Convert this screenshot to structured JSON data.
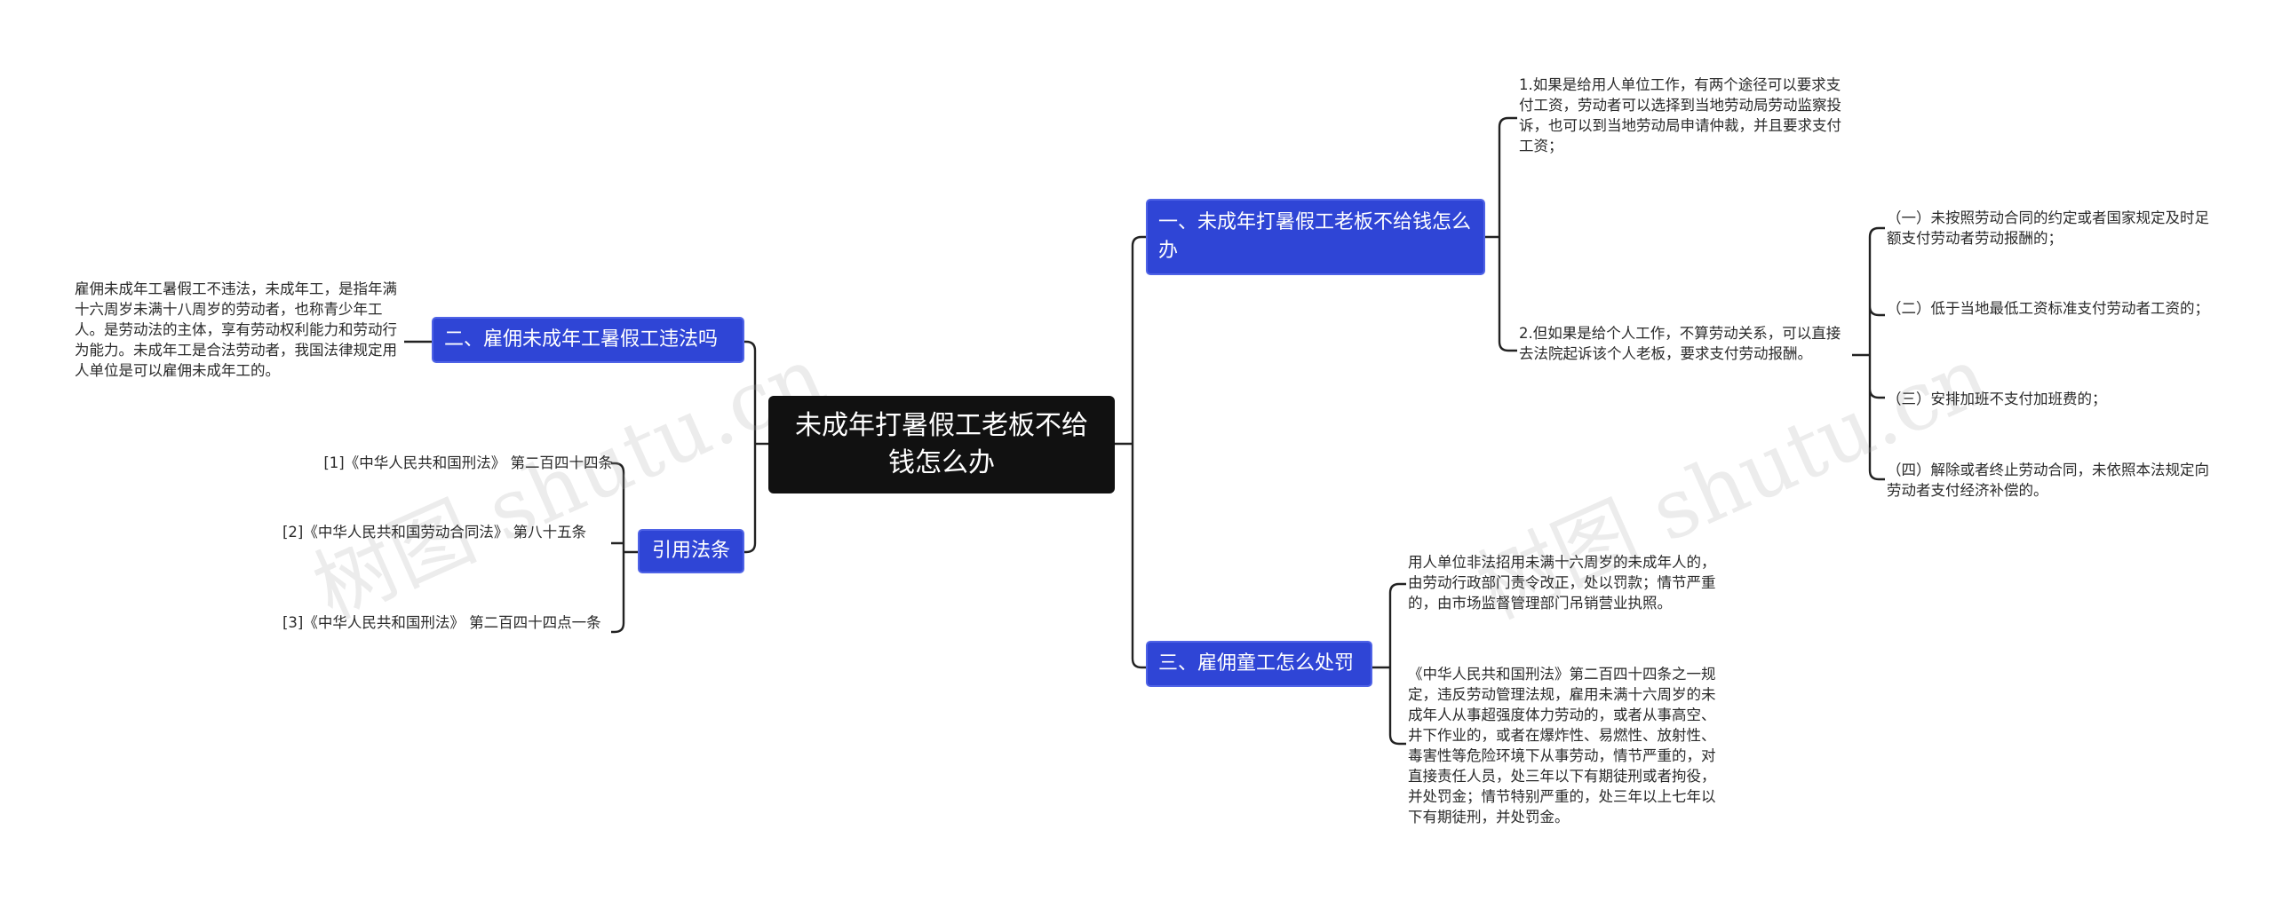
{
  "root": {
    "label": "未成年打暑假工老板不给钱怎么办"
  },
  "branches": {
    "b1": {
      "label": "一、未成年打暑假工老板不给钱怎么办",
      "children": [
        "1.如果是给用人单位工作，有两个途径可以要求支付工资，劳动者可以选择到当地劳动局劳动监察投诉，也可以到当地劳动局申请仲裁，并且要求支付工资；",
        "2.但如果是给个人工作，不算劳动关系，可以直接去法院起诉该个人老板，要求支付劳动报酬。"
      ],
      "grandchildren": [
        "（一）未按照劳动合同的约定或者国家规定及时足额支付劳动者劳动报酬的；",
        "（二）低于当地最低工资标准支付劳动者工资的；",
        "（三）安排加班不支付加班费的；",
        "（四）解除或者终止劳动合同，未依照本法规定向劳动者支付经济补偿的。"
      ]
    },
    "b2": {
      "label": "二、雇佣未成年工暑假工违法吗",
      "children": [
        "雇佣未成年工暑假工不违法，未成年工，是指年满十六周岁未满十八周岁的劳动者，也称青少年工人。是劳动法的主体，享有劳动权利能力和劳动行为能力。未成年工是合法劳动者，我国法律规定用人单位是可以雇佣未成年工的。"
      ]
    },
    "b3": {
      "label": "三、雇佣童工怎么处罚",
      "children": [
        "用人单位非法招用未满十六周岁的未成年人的，由劳动行政部门责令改正，处以罚款；情节严重的，由市场监督管理部门吊销营业执照。",
        "《中华人民共和国刑法》第二百四十四条之一规定，违反劳动管理法规，雇用未满十六周岁的未成年人从事超强度体力劳动的，或者从事高空、井下作业的，或者在爆炸性、易燃性、放射性、毒害性等危险环境下从事劳动，情节严重的，对直接责任人员，处三年以下有期徒刑或者拘役，并处罚金；情节特别严重的，处三年以上七年以下有期徒刑，并处罚金。"
      ]
    },
    "b4": {
      "label": "引用法条",
      "children": [
        "[1]《中华人民共和国刑法》 第二百四十四条",
        "[2]《中华人民共和国劳动合同法》 第八十五条",
        "[3]《中华人民共和国刑法》 第二百四十四点一条"
      ]
    }
  },
  "watermarks": [
    "树图 shutu.cn",
    "树图 shutu.cn"
  ]
}
